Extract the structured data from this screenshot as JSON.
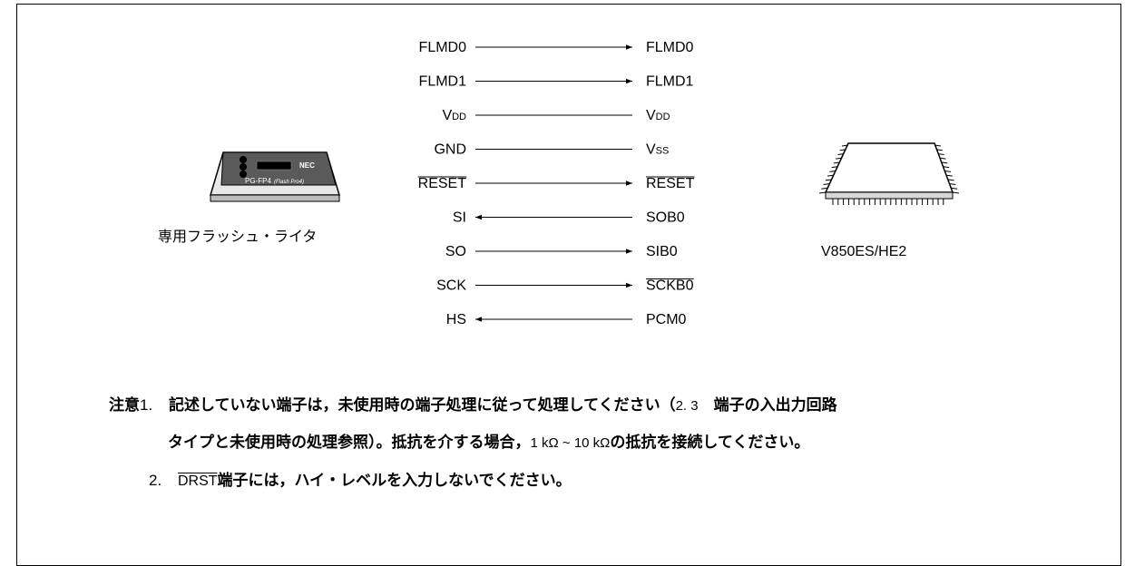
{
  "writer": {
    "device_label": "PG-FP4",
    "device_sublabel": "(Flash Pro4)",
    "brand": "NEC",
    "caption": "専用フラッシュ・ライタ"
  },
  "target": {
    "caption": "V850ES/HE2"
  },
  "signals": [
    {
      "left": "FLMD0",
      "right": "FLMD0",
      "direction": "right"
    },
    {
      "left": "FLMD1",
      "right": "FLMD1",
      "direction": "right"
    },
    {
      "left": "V",
      "left_sub": "DD",
      "right": "V",
      "right_sub": "DD",
      "direction": "none"
    },
    {
      "left": "GND",
      "right": "V",
      "right_sub": "SS",
      "direction": "none"
    },
    {
      "left": "RESET",
      "right": "RESET",
      "direction": "right",
      "left_overline": true,
      "right_overline": true
    },
    {
      "left": "SI",
      "right": "SOB0",
      "direction": "left"
    },
    {
      "left": "SO",
      "right": "SIB0",
      "direction": "right"
    },
    {
      "left": "SCK",
      "right": "SCKB0",
      "direction": "right",
      "right_overline": true
    },
    {
      "left": "HS",
      "right": "PCM0",
      "direction": "left"
    }
  ],
  "notes": {
    "label": "注意",
    "n1_num": "1.",
    "n1_a": "記述していない端子は，未使用時の端子処理に従って処理してください（",
    "n1_ref": "2. 3",
    "n1_b": "　端子の入出力回路",
    "n1_c": "タイプと未使用時の処理参照）。抵抗を介する場合，",
    "n1_range": "1 kΩ ~ 10 kΩ",
    "n1_d": "の抵抗を接続してください。",
    "n2_num": "2.",
    "n2_pin": "DRST",
    "n2_text": "端子には，ハイ・レベルを入力しないでください。"
  }
}
